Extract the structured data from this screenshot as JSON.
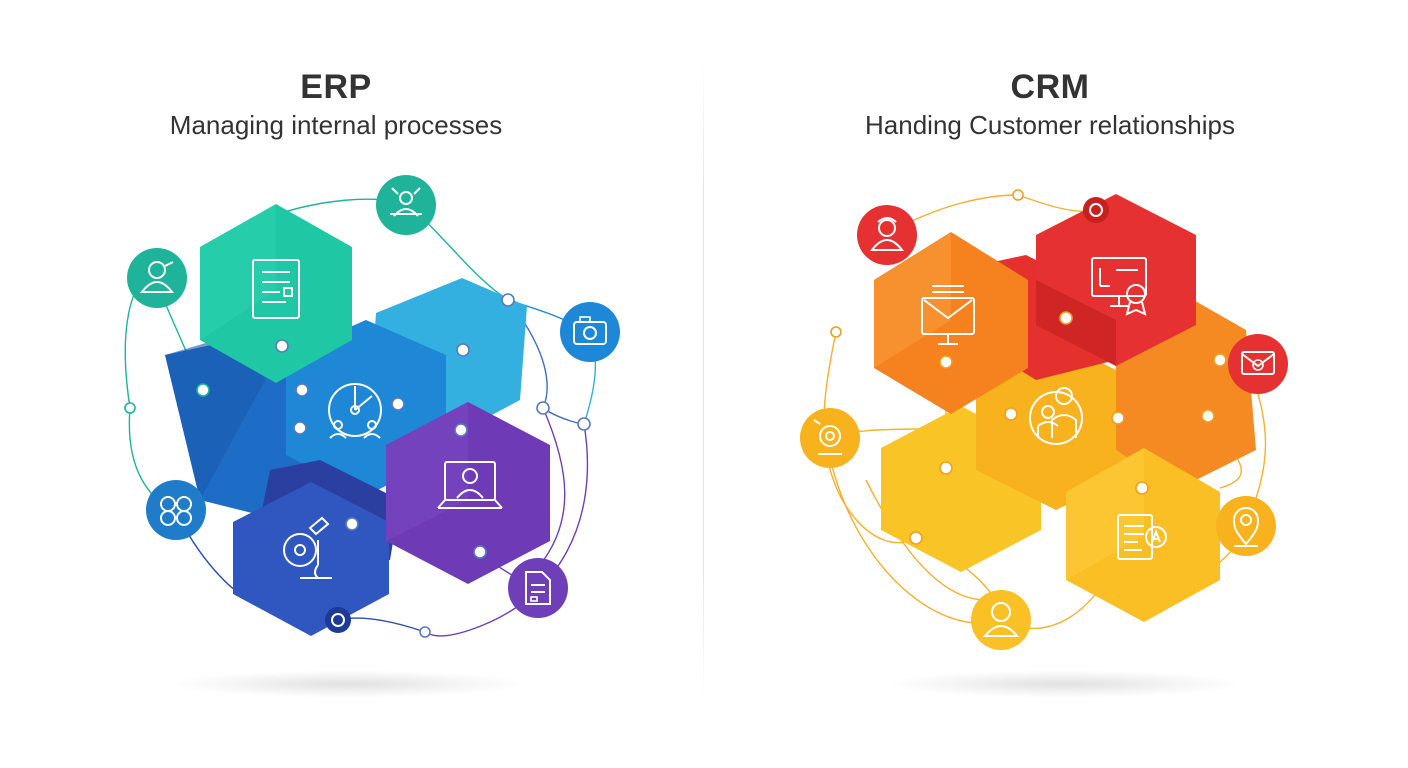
{
  "erp": {
    "title": "ERP",
    "subtitle": "Managing internal processes",
    "colors": {
      "teal": "#1fc7a5",
      "blue": "#1e88d6",
      "navy": "#2c4fb0",
      "purple": "#6e3fb8",
      "sky": "#33b0e0"
    }
  },
  "crm": {
    "title": "CRM",
    "subtitle": "Handing Customer relationships",
    "colors": {
      "orange": "#f5821f",
      "red": "#e53131",
      "amber": "#f7b21d",
      "yellow": "#f9c828"
    }
  },
  "icons": {
    "erp": [
      "user-icon",
      "people-network-icon",
      "camera-icon",
      "network-nodes-icon",
      "flowchart-icon",
      "document-icon",
      "report-icon",
      "team-gauge-icon",
      "laptop-user-icon",
      "microscope-icon"
    ],
    "crm": [
      "user-icon",
      "monitor-certificate-icon",
      "email-monitor-icon",
      "team-icon",
      "envelope-icon",
      "webcam-icon",
      "user-avatar-icon",
      "location-pin-icon",
      "document-a-icon"
    ]
  }
}
